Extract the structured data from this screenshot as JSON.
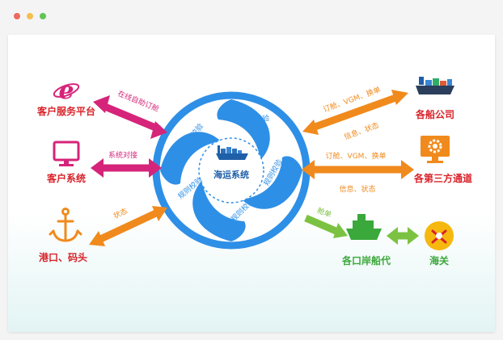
{
  "window": {
    "dots": [
      "#ec6a5e",
      "#f4bf4f",
      "#61c554"
    ]
  },
  "center": {
    "name": "海运系统",
    "check_label": "规则校验",
    "ring_color": "#2e8fe6"
  },
  "nodes": {
    "customer_platform": {
      "name": "客户服务平台",
      "icon": "ie-browser-icon"
    },
    "customer_system": {
      "name": "客户系统",
      "icon": "monitor-icon"
    },
    "port": {
      "name": "港口、码头",
      "icon": "anchor-icon"
    },
    "shipping_company": {
      "name": "各船公司",
      "icon": "cargo-ship-icon"
    },
    "third_party": {
      "name": "各第三方通道",
      "icon": "gear-icon"
    },
    "port_agent": {
      "name": "各口岸船代",
      "icon": "ship-icon"
    },
    "customs": {
      "name": "海关",
      "icon": "customs-icon"
    }
  },
  "links": {
    "online_booking": "在线自助订舱",
    "system_docking": "系统对接",
    "status": "状态",
    "booking_vgm_top": "订舱、VGM、换单",
    "info_status_top": "信息、状态",
    "booking_vgm_mid": "订舱、VGM、换单",
    "info_status_mid": "信息、状态",
    "manifest": "舱单"
  },
  "colors": {
    "magenta": "#d6247a",
    "orange": "#f08a1c",
    "green": "#7cc242",
    "red_text": "#d8232a",
    "green_text": "#3aa83a",
    "blue": "#2e8fe6"
  }
}
